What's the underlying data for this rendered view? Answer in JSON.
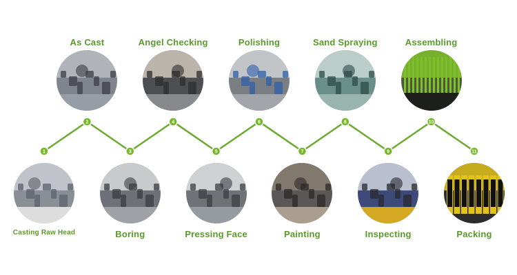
{
  "steps": [
    {
      "num": "1",
      "label": "Casting Raw Head",
      "photo_icon": "casting-rack-photo"
    },
    {
      "num": "2",
      "label": "As Cast",
      "photo_icon": "raw-castings-photo"
    },
    {
      "num": "3",
      "label": "Boring",
      "photo_icon": "drill-press-photo"
    },
    {
      "num": "4",
      "label": "Angel Checking",
      "photo_icon": "angle-checking-photo"
    },
    {
      "num": "5",
      "label": "Pressing Face",
      "photo_icon": "pressing-machine-photo"
    },
    {
      "num": "6",
      "label": "Polishing",
      "photo_icon": "polishing-photo"
    },
    {
      "num": "7",
      "label": "Painting",
      "photo_icon": "painting-photo"
    },
    {
      "num": "8",
      "label": "Sand Spraying",
      "photo_icon": "sand-spraying-photo"
    },
    {
      "num": "9",
      "label": "Inspecting",
      "photo_icon": "inspecting-photo"
    },
    {
      "num": "10",
      "label": "Assembling",
      "photo_icon": "assembling-photo"
    },
    {
      "num": "11",
      "label": "Packing",
      "photo_icon": "packing-photo"
    }
  ],
  "colors": {
    "accent_green": "#6aaa2e",
    "label_green": "#5a9a2b",
    "node_fill": "#76b82a"
  }
}
